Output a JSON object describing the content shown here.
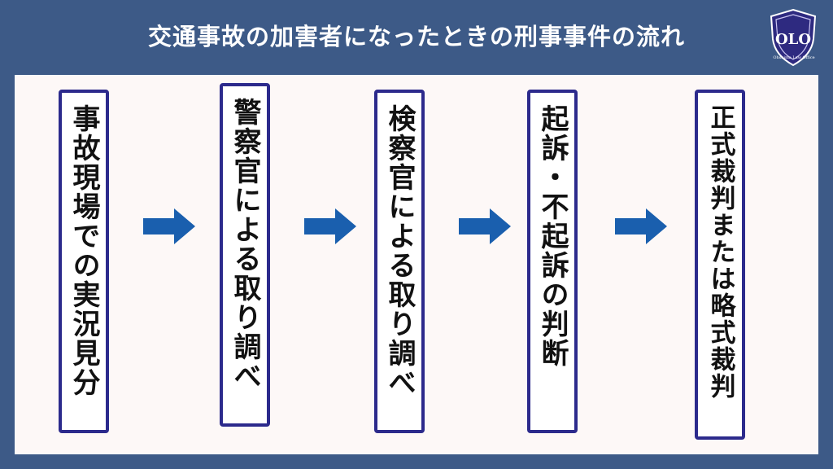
{
  "header": {
    "title": "交通事故の加害者になったときの刑事事件の流れ",
    "logo_caption": "Ohshima Law Office",
    "logo_text": "OLO"
  },
  "steps": [
    {
      "label": "事故現場での実況見分"
    },
    {
      "label": "警察官による取り調べ"
    },
    {
      "label": "検察官による取り調べ"
    },
    {
      "label": "起訴・不起訴の判断"
    },
    {
      "label": "正式裁判または略式裁判"
    }
  ],
  "colors": {
    "header_bg": "#3d5a87",
    "panel_bg": "#fdf8f7",
    "box_border": "#2c2a8c",
    "arrow": "#1a5fae",
    "title_text": "#ffffff"
  },
  "icons": {
    "arrow": "right-arrow-icon",
    "logo": "shield-logo-icon"
  }
}
